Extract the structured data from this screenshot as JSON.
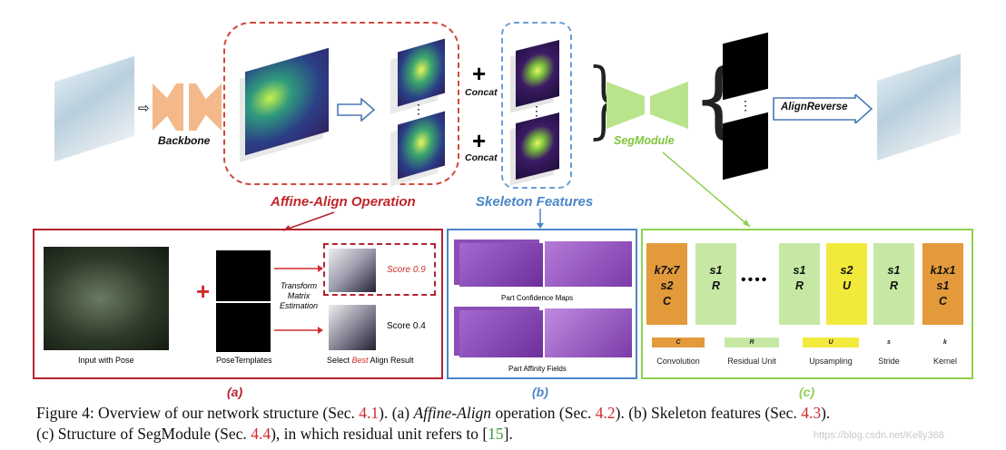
{
  "top": {
    "backbone_label": "Backbone",
    "concat_label_1": "Concat",
    "concat_label_2": "Concat",
    "segmodule_label": "SegModule",
    "alignreverse_label": "AlignReverse",
    "affine_align_title": "Affine-Align Operation",
    "skeleton_features_title": "Skeleton Features",
    "plus_symbol": "+",
    "dots_symbol": "⋮"
  },
  "panel_a": {
    "score_high": "Score 0.9",
    "score_low": "Score 0.4",
    "transform_text": "Transform\nMatrix\nEstimation",
    "input_caption": "Input with Pose",
    "templates_caption": "PoseTemplates",
    "select_caption_prefix": "Select ",
    "select_caption_best": "Best",
    "select_caption_suffix": " Align Result",
    "label": "(a)"
  },
  "panel_b": {
    "confidence_caption": "Part Confidence Maps",
    "affinity_caption": "Part Affinity Fields",
    "label": "(b)"
  },
  "panel_c": {
    "units": [
      {
        "l1": "k7x7",
        "l2": "s2",
        "l3": "C"
      },
      {
        "l1": "s1",
        "l2": "R",
        "l3": ""
      },
      {
        "l1": "s1",
        "l2": "R",
        "l3": ""
      },
      {
        "l1": "s2",
        "l2": "U",
        "l3": ""
      },
      {
        "l1": "s1",
        "l2": "R",
        "l3": ""
      },
      {
        "l1": "k1x1",
        "l2": "s1",
        "l3": "C"
      }
    ],
    "ellipsis": "••••",
    "legend": {
      "c_key": "C",
      "c_text": "Convolution",
      "r_key": "R",
      "r_text": "Residual Unit",
      "u_key": "U",
      "u_text": "Upsampling",
      "s_key": "s",
      "s_text": "Stride",
      "k_key": "k",
      "k_text": "Kernel"
    },
    "label": "(c)"
  },
  "caption": {
    "p1": "Figure 4: Overview of our network structure (Sec. ",
    "r1": "4.1",
    "p2": "). (a) ",
    "i1": "Affine-Align",
    "p3": " operation (Sec. ",
    "r2": "4.2",
    "p4": "). (b) Skeleton features (Sec. ",
    "r3": "4.3",
    "p5": ").",
    "p6": "(c) Structure of SegModule (Sec. ",
    "r4": "4.4",
    "p7": "), in which residual unit refers to [",
    "r5": "15",
    "p8": "]."
  },
  "watermark": "https://blog.csdn.net/Kelly368",
  "colors": {
    "red": "#b3232f",
    "blue": "#4a86c8",
    "green": "#8fd14f",
    "orange": "#e39a3b",
    "lightgreen": "#c6e8a4",
    "yellow": "#f2ea3b"
  }
}
